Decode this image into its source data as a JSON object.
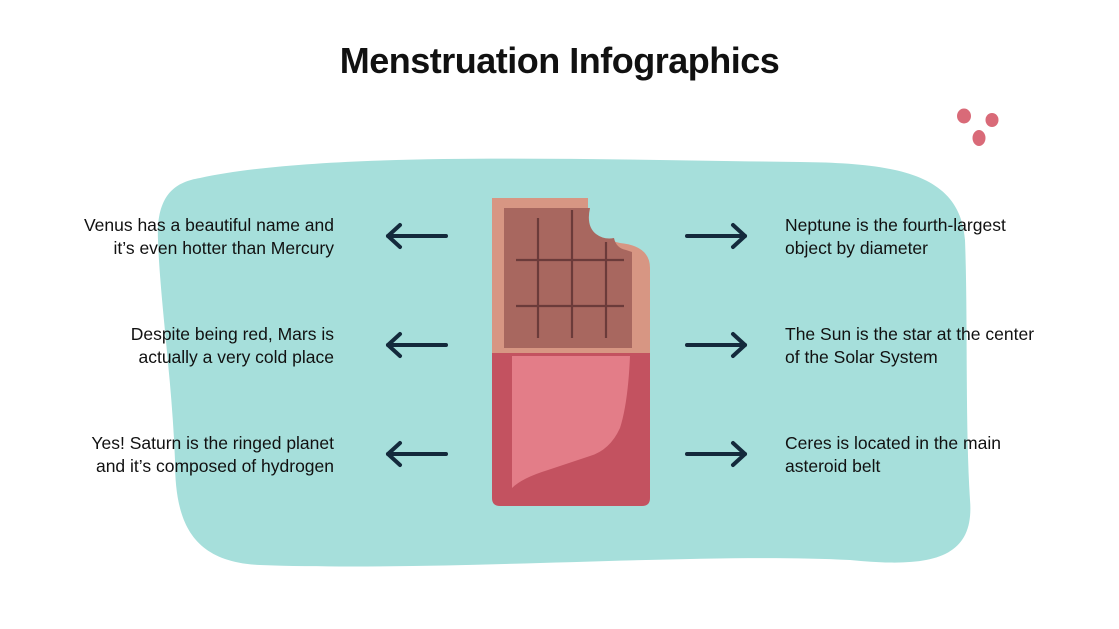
{
  "title": "Menstruation Infographics",
  "colors": {
    "blob": "#a6dfdb",
    "accent_pink": "#d96a78",
    "arrow": "#142a3c",
    "chocolate": "#a8675f",
    "wrapper_pink": "#e37d88",
    "wrapper_dark": "#c35260"
  },
  "left_items": [
    {
      "line1": "Venus has a beautiful name and",
      "line2": "it’s even hotter than Mercury"
    },
    {
      "line1": "Despite being red, Mars is",
      "line2": "actually a very cold place"
    },
    {
      "line1": "Yes! Saturn is the ringed planet",
      "line2": "and it’s composed of hydrogen"
    }
  ],
  "right_items": [
    {
      "line1": "Neptune is the fourth-largest",
      "line2": "object by diameter"
    },
    {
      "line1": "The Sun is the star at the center",
      "line2": "of the Solar System"
    },
    {
      "line1": "Ceres is located in the main",
      "line2": "asteroid belt"
    }
  ],
  "icons": {
    "left_arrow": "arrow-left-icon",
    "right_arrow": "arrow-right-icon",
    "chocolate": "chocolate-bar-icon",
    "dots": "decorative-dots-icon"
  }
}
